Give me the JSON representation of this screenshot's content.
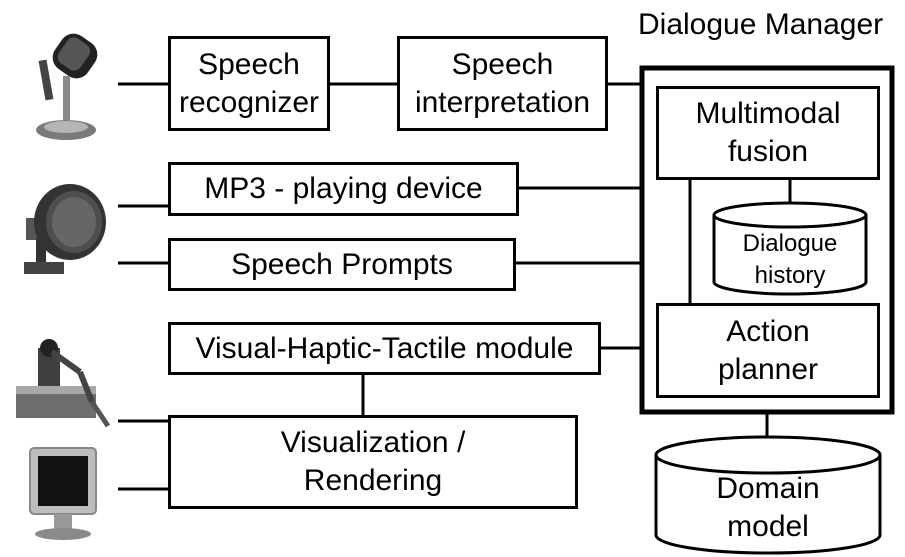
{
  "title": "Dialogue Manager",
  "modules": {
    "speech_recognizer": "Speech\nrecognizer",
    "speech_interpretation": "Speech\ninterpretation",
    "mp3": "MP3 - playing device",
    "speech_prompts": "Speech Prompts",
    "vht": "Visual-Haptic-Tactile module",
    "visualization": "Visualization /\nRendering",
    "multimodal_fusion": "Multimodal\nfusion",
    "dialogue_history": "Dialogue\nhistory",
    "action_planner": "Action\nplanner",
    "domain_model": "Domain\nmodel"
  },
  "icons": {
    "microphone": "microphone-icon",
    "speaker": "speaker-icon",
    "haptic": "haptic-device-icon",
    "monitor": "monitor-icon"
  },
  "colors": {
    "stroke": "#000000",
    "background": "#ffffff",
    "icon_gray": "#7a7a7a"
  }
}
